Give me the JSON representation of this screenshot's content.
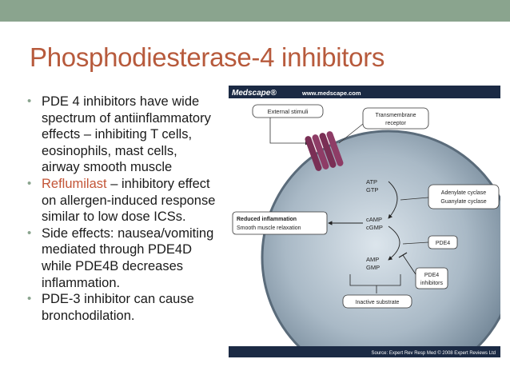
{
  "slide": {
    "title": "Phosphodiesterase-4 inhibitors",
    "bullets": [
      {
        "lines": [
          "PDE 4 inhibitors have wide",
          "spectrum of antiinflammatory",
          "effects – inhibiting T cells,",
          "eosinophils, mast cells,",
          "airway smooth muscle"
        ]
      },
      {
        "highlight": "Reflumilast",
        "first_rest": " – inhibitory effect",
        "lines": [
          "on allergen-induced response",
          "similar to low dose ICSs."
        ]
      },
      {
        "lines": [
          "Side effects: nausea/vomiting",
          "mediated through PDE4D",
          "while PDE4B decreases",
          "inflammation."
        ]
      },
      {
        "lines": [
          "PDE-3 inhibitor can cause",
          "bronchodilation."
        ]
      }
    ]
  },
  "figure": {
    "brand": "Medscape®",
    "url": "www.medscape.com",
    "source": "Source: Expert Rev Resp Med © 2008 Expert Reviews Ltd",
    "labels": {
      "external_stimuli": "External stimuli",
      "transmembrane": [
        "Transmembrane",
        "receptor"
      ],
      "atp_gtp": [
        "ATP",
        "GTP"
      ],
      "cyclase": [
        "Adenylate cyclase",
        "Guanylate cyclase"
      ],
      "reduced": [
        "Reduced inflammation",
        "Smooth muscle relaxation"
      ],
      "camp_cgmp": [
        "cAMP",
        "cGMP"
      ],
      "pde4": "PDE4",
      "amp_gmp": [
        "AMP",
        "GMP"
      ],
      "pde4_inhibitors": [
        "PDE4",
        "inhibitors"
      ],
      "inactive": "Inactive substrate"
    },
    "colors": {
      "header_bg": "#1b2a44",
      "cell_fill": "#9fb0bf",
      "receptor": "#7a2f55",
      "title": "#b75a3c",
      "bar": "#8aa48e"
    }
  }
}
